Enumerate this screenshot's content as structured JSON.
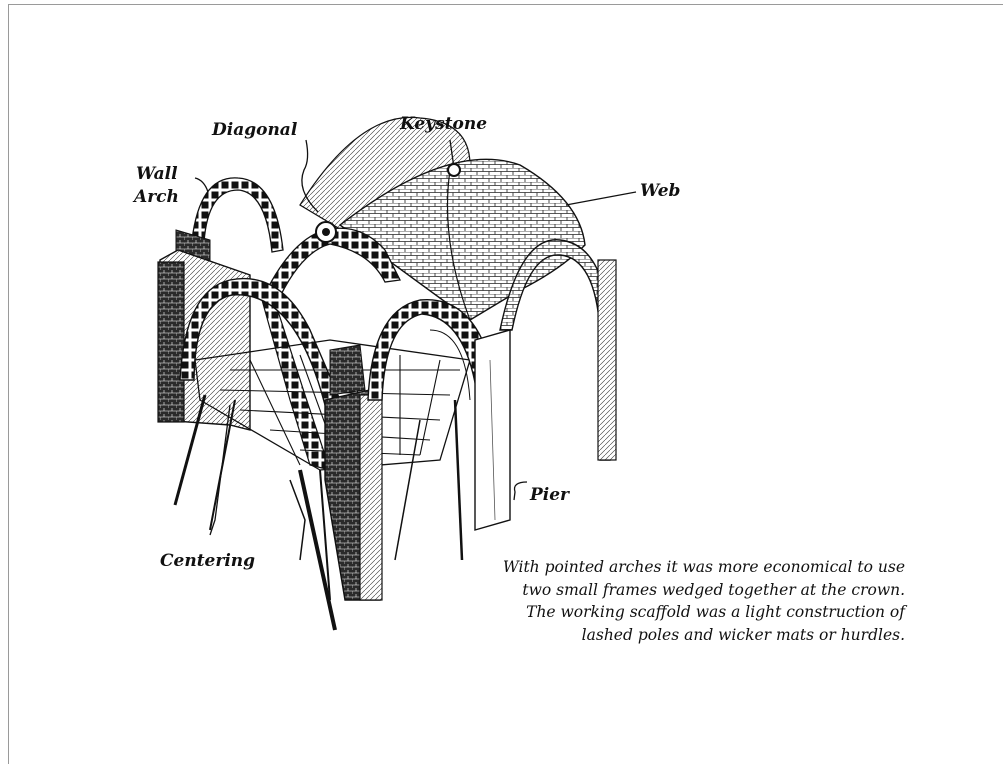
{
  "labels": {
    "keystone": "Keystone",
    "diagonal": "Diagonal",
    "wall_arch_line1": "Wall",
    "wall_arch_line2": "Arch",
    "web": "Web",
    "pier": "Pier",
    "centering": "Centering"
  },
  "caption": [
    "With pointed arches it was more economical to use",
    "two small frames wedged together at the crown.",
    "The working scaffold was a light construction of",
    "lashed poles and wicker mats or hurdles."
  ]
}
